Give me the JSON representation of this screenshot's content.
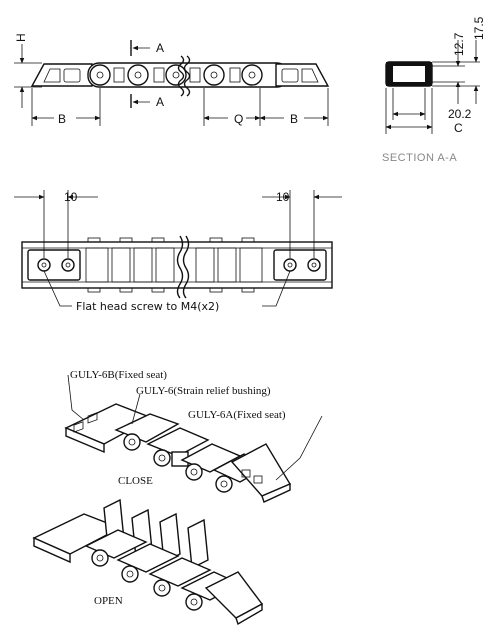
{
  "top_view": {
    "dim_h": "H",
    "dim_b_left": "B",
    "dim_q": "Q",
    "dim_b_right": "B",
    "section_mark": "A",
    "section_mark_bottom": "A"
  },
  "section_view": {
    "dim_12_7": "12.7",
    "dim_17_5": "17.5",
    "dim_20_2": "20.2",
    "dim_c": "C",
    "caption": "SECTION   A-A"
  },
  "plan_view": {
    "dim_left_10": "10",
    "dim_right_10": "10",
    "screw_note": "Flat head screw to M4(x2)"
  },
  "iso_view": {
    "label_6b": "GULY-6B(Fixed seat)",
    "label_6": "GULY-6(Strain relief bushing)",
    "label_6a": "GULY-6A(Fixed seat)",
    "close_label": "CLOSE",
    "open_label": "OPEN"
  }
}
